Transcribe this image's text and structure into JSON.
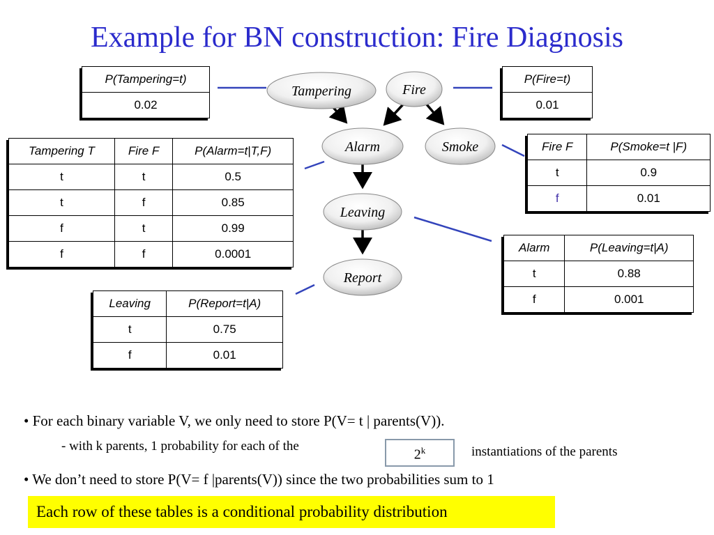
{
  "title": "Example for BN construction: Fire Diagnosis",
  "nodes": {
    "tampering": "Tampering",
    "fire": "Fire",
    "alarm": "Alarm",
    "smoke": "Smoke",
    "leaving": "Leaving",
    "report": "Report"
  },
  "cpt_tampering": {
    "header": "P(Tampering=t)",
    "value": "0.02"
  },
  "cpt_fire": {
    "header": "P(Fire=t)",
    "value": "0.01"
  },
  "cpt_alarm": {
    "headers": [
      "Tampering T",
      "Fire F",
      "P(Alarm=t|T,F)"
    ],
    "rows": [
      [
        "t",
        "t",
        "0.5"
      ],
      [
        "t",
        "f",
        "0.85"
      ],
      [
        "f",
        "t",
        "0.99"
      ],
      [
        "f",
        "f",
        "0.0001"
      ]
    ]
  },
  "cpt_smoke": {
    "headers": [
      "Fire F",
      "P(Smoke=t |F)"
    ],
    "rows": [
      [
        "t",
        "0.9"
      ],
      [
        "f",
        "0.01"
      ]
    ]
  },
  "cpt_leaving": {
    "headers": [
      "Alarm",
      "P(Leaving=t|A)"
    ],
    "rows": [
      [
        "t",
        "0.88"
      ],
      [
        "f",
        "0.001"
      ]
    ]
  },
  "cpt_report": {
    "headers": [
      "Leaving",
      "P(Report=t|A)"
    ],
    "rows": [
      [
        "t",
        "0.75"
      ],
      [
        "f",
        "0.01"
      ]
    ]
  },
  "bullets": {
    "b1": "• For each binary variable V, we only need to store P(V= t | parents(V)).",
    "b2": "- with k parents, 1 probability for each of the",
    "box_base": "2",
    "box_exp": "k",
    "b2_after": "instantiations of the parents",
    "b3": "• We don’t need to store P(V= f  |parents(V)) since the two probabilities sum to 1"
  },
  "highlight": "Each row of these tables is a conditional probability distribution",
  "colors": {
    "title": "#2b2bcc",
    "connector": "#3344bb",
    "highlight": "#ffff00"
  }
}
